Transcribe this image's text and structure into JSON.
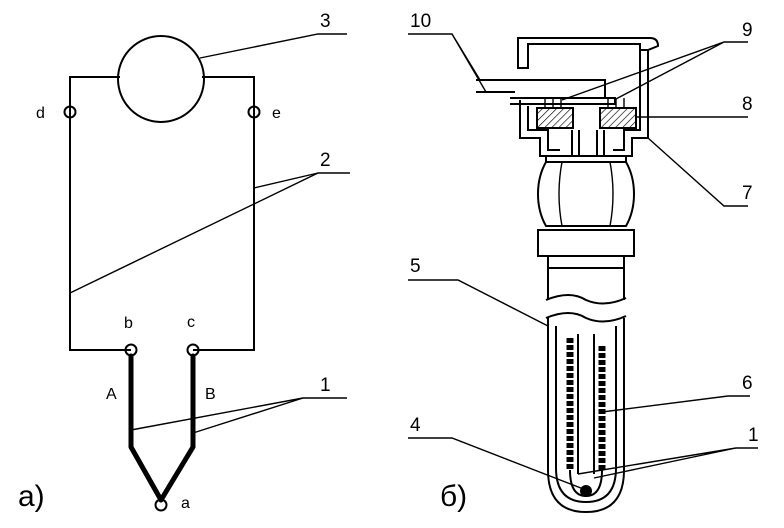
{
  "diagram": {
    "left": {
      "caption": "a)",
      "terminals": {
        "d": "d",
        "e": "e",
        "b": "b",
        "c": "c",
        "a": "a"
      },
      "wires": {
        "A": "A",
        "B": "B"
      },
      "callouts": {
        "n3": "3",
        "n2": "2",
        "n1": "1"
      }
    },
    "right": {
      "caption": "б)",
      "callouts": {
        "n10": "10",
        "n9": "9",
        "n8": "8",
        "n7": "7",
        "n5": "5",
        "n6": "6",
        "n4": "4",
        "n1": "1"
      }
    }
  }
}
